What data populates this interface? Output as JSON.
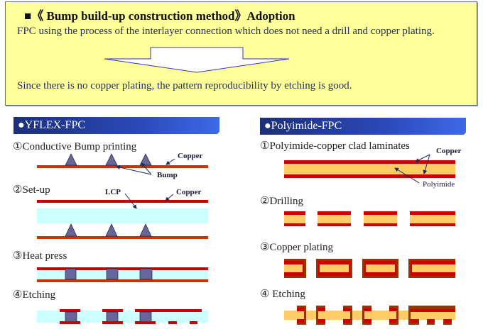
{
  "banner": {
    "title": "■《 Bump build-up construction method》Adoption",
    "line1": "FPC using the process of the interlayer connection which does not need a drill and copper plating.",
    "line2": "Since there is no copper plating, the pattern reproducibility by etching is good."
  },
  "left": {
    "header": "●YFLEX-FPC",
    "steps": [
      "①Conductive Bump printing",
      "②Set-up",
      "③Heat press",
      "④Etching"
    ],
    "labels": {
      "copper1": "Copper",
      "bump": "Bump",
      "lcp": "LCP",
      "copper2": "Copper"
    }
  },
  "right": {
    "header": "●Polyimide-FPC",
    "steps": [
      "①Polyimide-copper clad laminates",
      "②Drilling",
      "③Copper plating",
      "④ Etching"
    ],
    "labels": {
      "copper": "Copper",
      "polyimide": "Polyimide"
    }
  },
  "colors": {
    "banner_bg": "#FFFF9A",
    "copper": "#CC0000",
    "copper_line": "#CC3300",
    "bump": "#666699",
    "lcp": "#CCFFFF",
    "polyimide": "#FFCC66",
    "plating": "#993300"
  }
}
